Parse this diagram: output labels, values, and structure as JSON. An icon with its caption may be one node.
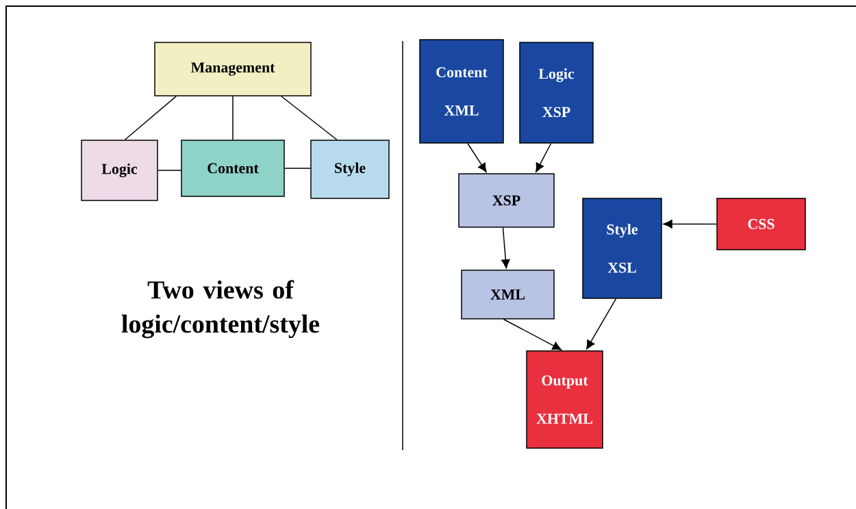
{
  "diagram": {
    "title": "Two views of logic/content/style",
    "nodes": [
      {
        "text": [
          "Management"
        ]
      },
      {
        "text": [
          "Logic"
        ]
      },
      {
        "text": [
          "Content"
        ]
      },
      {
        "text": [
          "Style"
        ]
      },
      {
        "text": [
          "Content",
          "XML"
        ]
      },
      {
        "text": [
          "Logic",
          "XSP"
        ]
      },
      {
        "text": [
          "XSP"
        ]
      },
      {
        "text": [
          "Style",
          "XSL"
        ]
      },
      {
        "text": [
          "CSS"
        ]
      },
      {
        "text": [
          "XML"
        ]
      },
      {
        "text": [
          "Output",
          "XHTML"
        ]
      }
    ],
    "edges": [
      {
        "from": 0,
        "to": 1,
        "arrow": "none"
      },
      {
        "from": 0,
        "to": 2,
        "arrow": "none"
      },
      {
        "from": 0,
        "to": 3,
        "arrow": "none"
      },
      {
        "from": 1,
        "to": 2,
        "arrow": "none"
      },
      {
        "from": 2,
        "to": 3,
        "arrow": "none"
      },
      {
        "from": 4,
        "to": 6,
        "arrow": "to"
      },
      {
        "from": 5,
        "to": 6,
        "arrow": "to"
      },
      {
        "from": 6,
        "to": 9,
        "arrow": "to"
      },
      {
        "from": 8,
        "to": 7,
        "arrow": "to"
      },
      {
        "from": 9,
        "to": 10,
        "arrow": "to"
      },
      {
        "from": 7,
        "to": 10,
        "arrow": "to"
      }
    ]
  }
}
